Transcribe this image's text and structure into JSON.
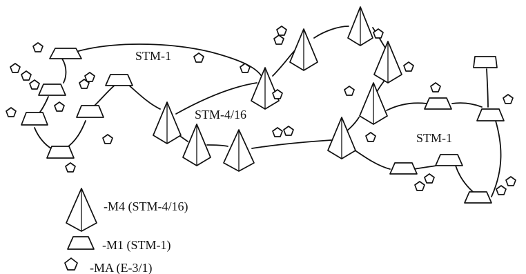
{
  "ring_labels": {
    "left_ring": "STM-1",
    "core_ring": "STM-4/16",
    "right_ring": "STM-1"
  },
  "legend": {
    "m4": {
      "icon": "pyramid-icon",
      "label": "-M4 (STM-4/16)"
    },
    "m1": {
      "icon": "trapezoid-icon",
      "label": "-M1 (STM-1)"
    },
    "ma": {
      "icon": "pentagon-icon",
      "label": "-MA (E-3/1)"
    }
  },
  "colors": {
    "ink": "#111111",
    "background": "#ffffff"
  }
}
